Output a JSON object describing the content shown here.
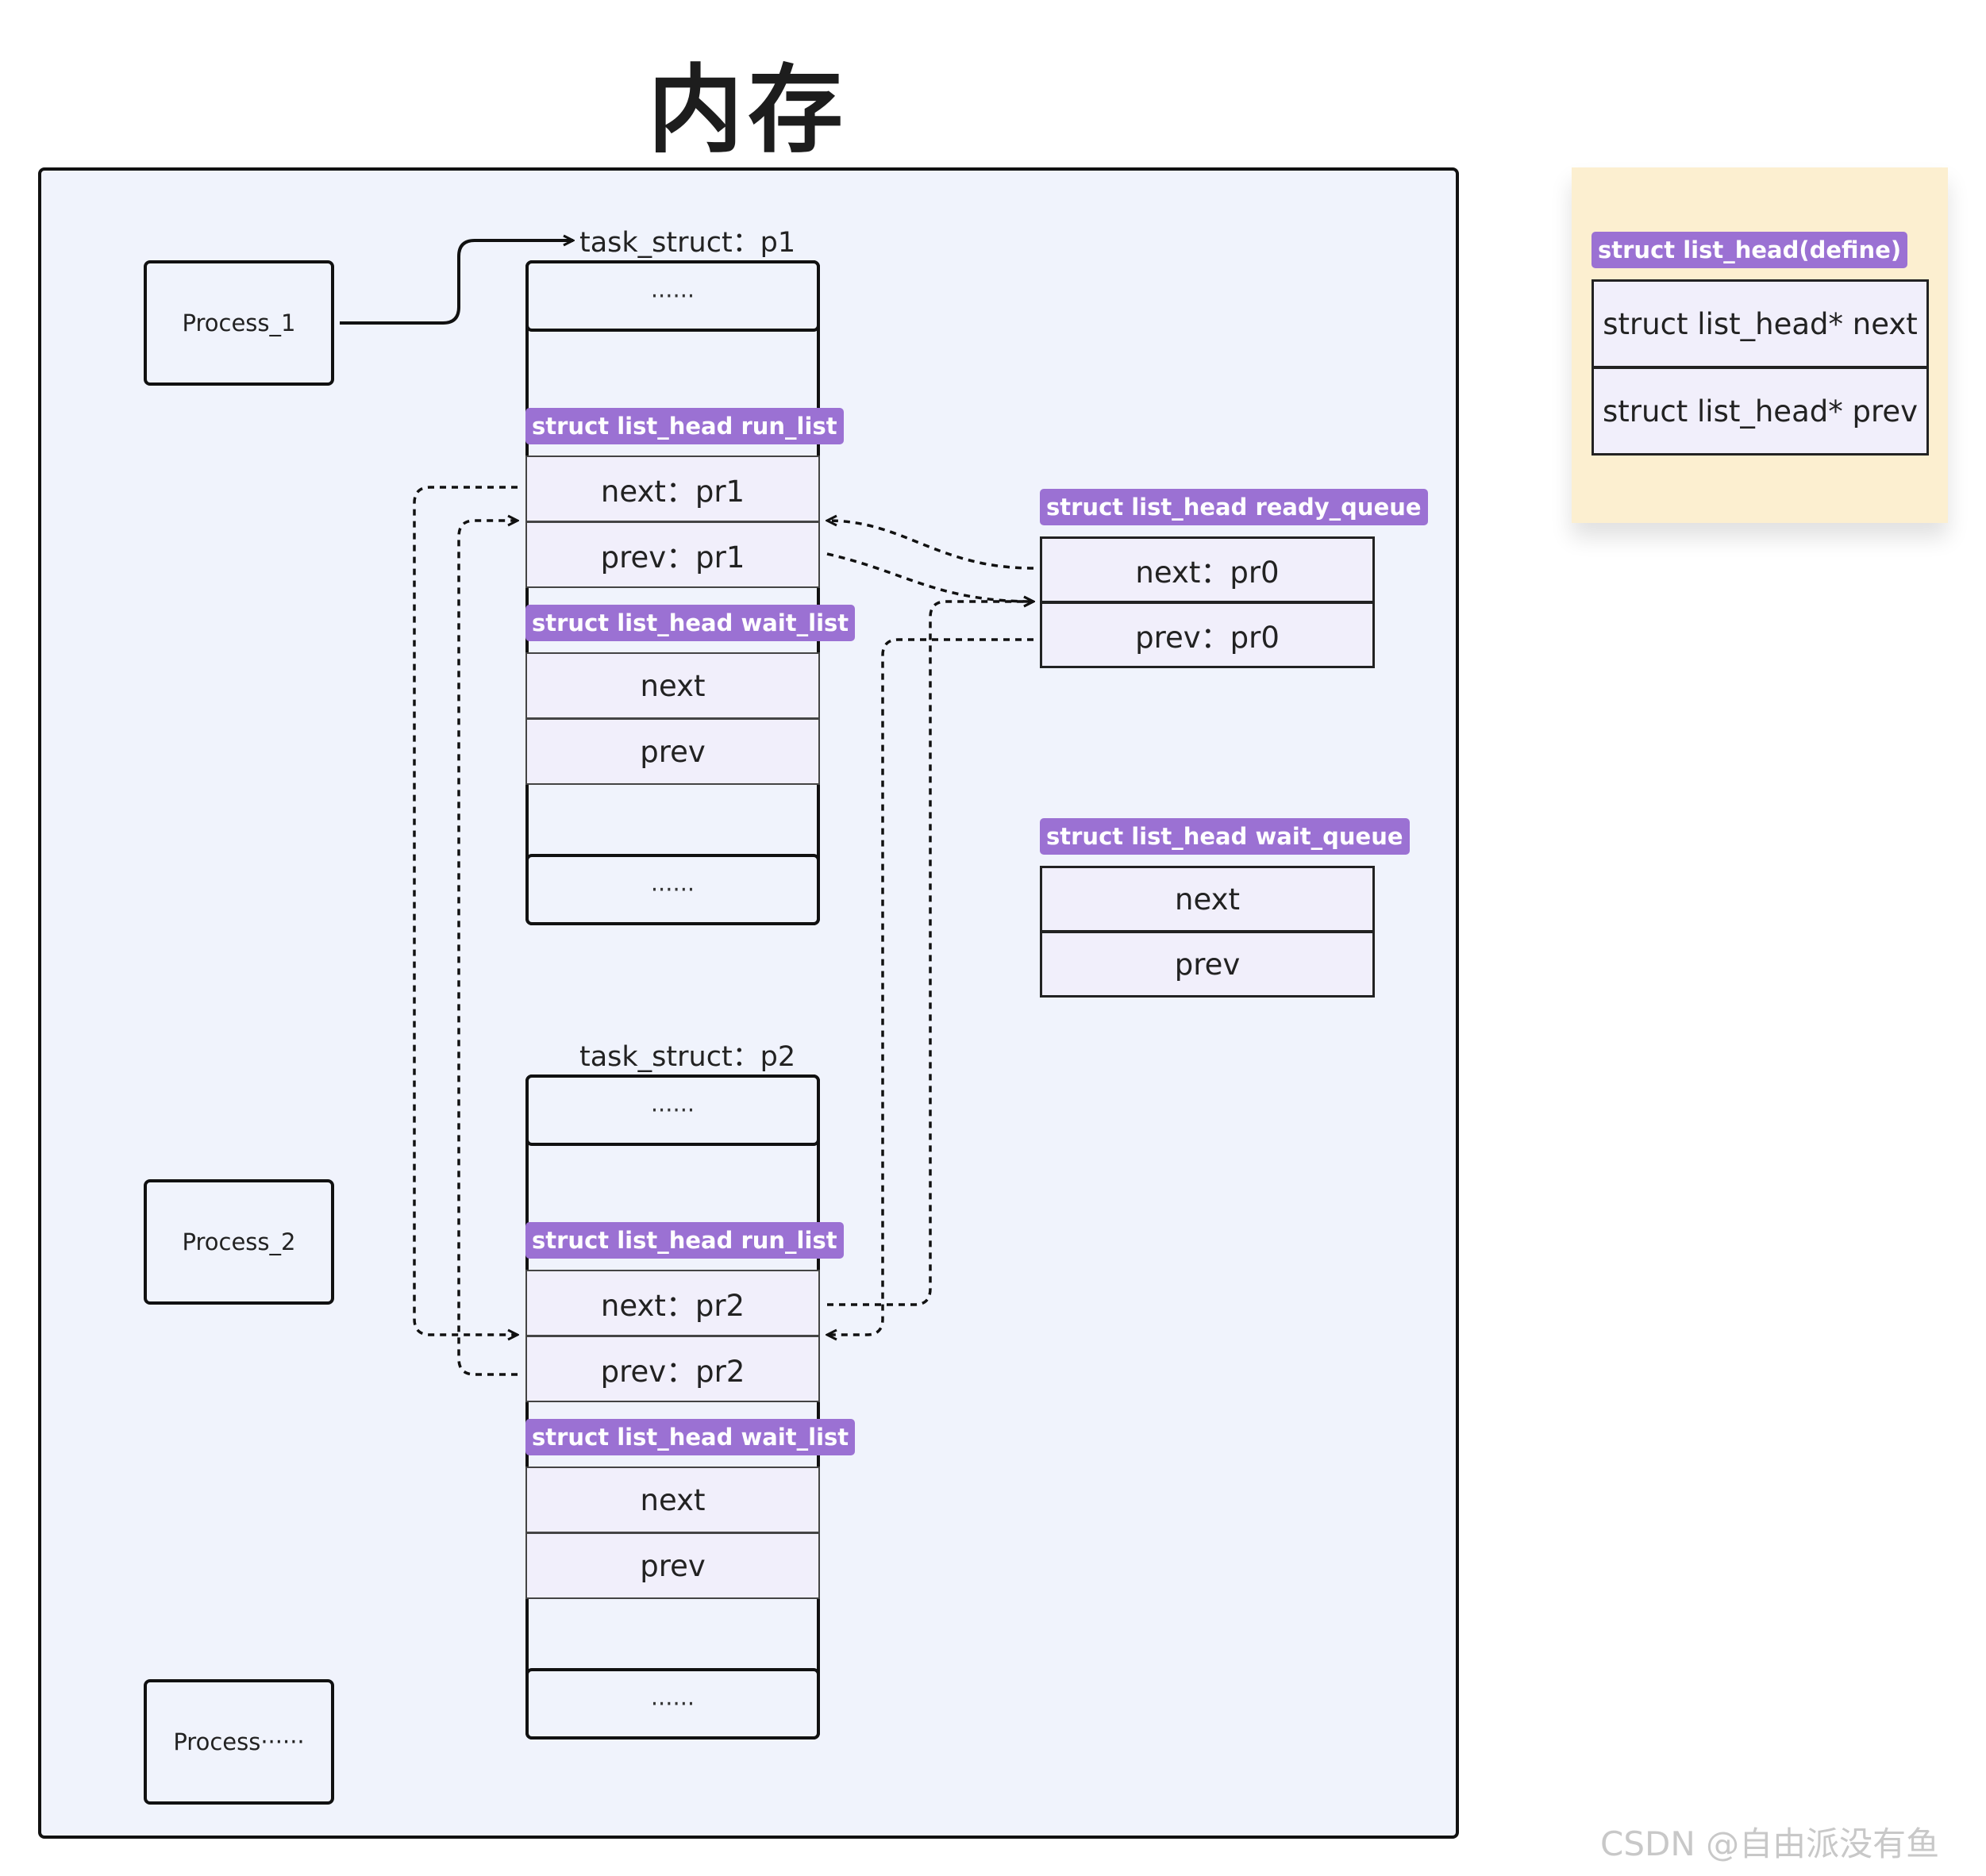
{
  "title": "内存",
  "processes": [
    "Process_1",
    "Process_2",
    "Process······"
  ],
  "task_structs": [
    {
      "label": "task_struct：p1",
      "top_dots": "······",
      "bottom_dots": "······",
      "run_list": {
        "badge": "struct list_head run_list",
        "next": "next：pr1",
        "prev": "prev：pr1"
      },
      "wait_list": {
        "badge": "struct list_head wait_list",
        "next": "next",
        "prev": "prev"
      }
    },
    {
      "label": "task_struct：p2",
      "top_dots": "······",
      "bottom_dots": "······",
      "run_list": {
        "badge": "struct list_head run_list",
        "next": "next：pr2",
        "prev": "prev：pr2"
      },
      "wait_list": {
        "badge": "struct list_head wait_list",
        "next": "next",
        "prev": "prev"
      }
    }
  ],
  "ready_queue": {
    "badge": "struct list_head ready_queue",
    "next": "next：pr0",
    "prev": "prev：pr0"
  },
  "wait_queue": {
    "badge": "struct list_head wait_queue",
    "next": "next",
    "prev": "prev"
  },
  "legend": {
    "badge": "struct list_head(define)",
    "next": "struct list_head* next",
    "prev": "struct list_head* prev",
    "background": "#fcefd0"
  },
  "colors": {
    "memory_bg": "#f0f3fc",
    "badge": "#9b71d3",
    "field_bg": "#f1effb"
  },
  "watermark": "CSDN @自由派没有鱼"
}
